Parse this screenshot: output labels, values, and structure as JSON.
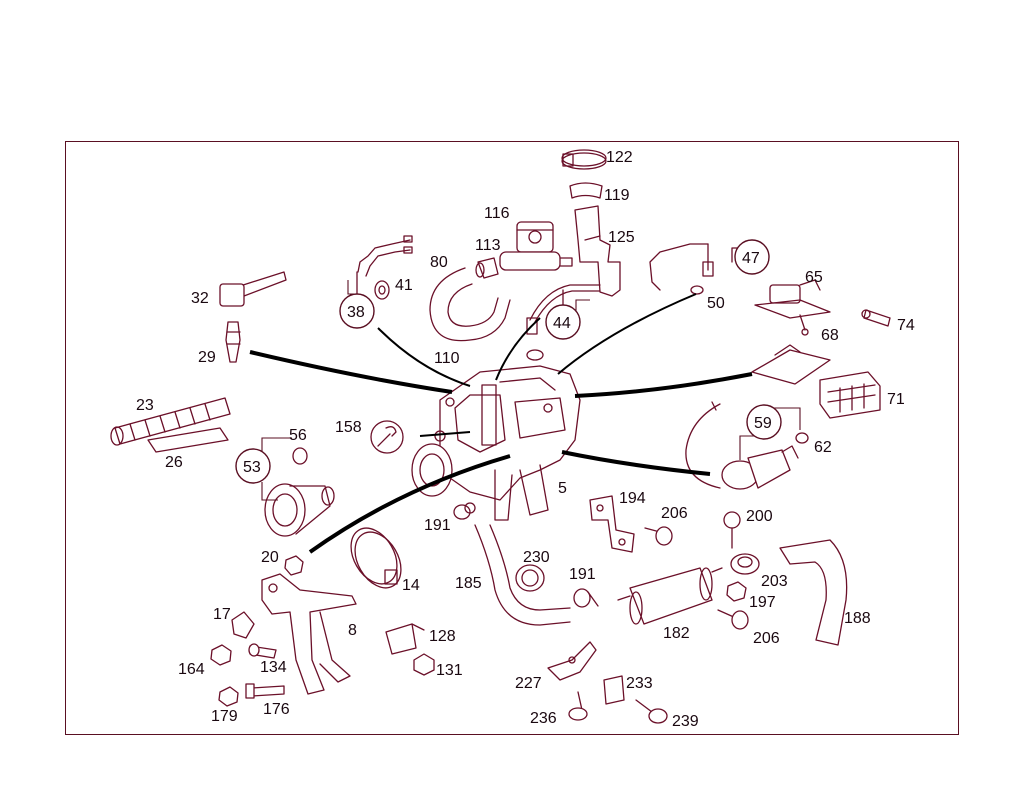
{
  "diagram": {
    "colors": {
      "line": "#6b1029",
      "frame": "#5a0f22",
      "arrow": "#000000",
      "text": "#1a0810"
    },
    "labels": [
      "122",
      "119",
      "116",
      "125",
      "113",
      "80",
      "41",
      "38",
      "47",
      "50",
      "65",
      "74",
      "68",
      "32",
      "29",
      "110",
      "44",
      "71",
      "23",
      "26",
      "56",
      "158",
      "53",
      "59",
      "62",
      "5",
      "194",
      "206",
      "200",
      "191",
      "20",
      "230",
      "191",
      "14",
      "185",
      "203",
      "197",
      "17",
      "8",
      "128",
      "182",
      "206",
      "188",
      "164",
      "134",
      "131",
      "227",
      "233",
      "179",
      "176",
      "236",
      "239"
    ],
    "circled_labels": [
      "38",
      "47",
      "44",
      "53",
      "59"
    ]
  }
}
